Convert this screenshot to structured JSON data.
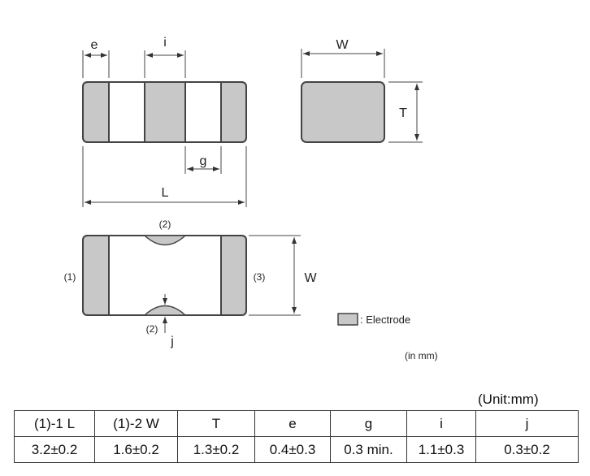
{
  "diagram": {
    "labels": {
      "e": "e",
      "i": "i",
      "g": "g",
      "L": "L",
      "W_top": "W",
      "T": "T",
      "W_side": "W",
      "j": "j",
      "term2_top": "(2)",
      "term2_bottom": "(2)",
      "term1": "(1)",
      "term3": "(3)"
    },
    "legend": ": Electrode",
    "units_note": "(in mm)",
    "colors": {
      "electrode": "#c8c8c8",
      "outline": "#444444"
    }
  },
  "table": {
    "unit": "(Unit:mm)",
    "headers": [
      "(1)-1 L",
      "(1)-2 W",
      "T",
      "e",
      "g",
      "i",
      "j"
    ],
    "values": [
      "3.2±0.2",
      "1.6±0.2",
      "1.3±0.2",
      "0.4±0.3",
      "0.3 min.",
      "1.1±0.3",
      "0.3±0.2"
    ]
  }
}
